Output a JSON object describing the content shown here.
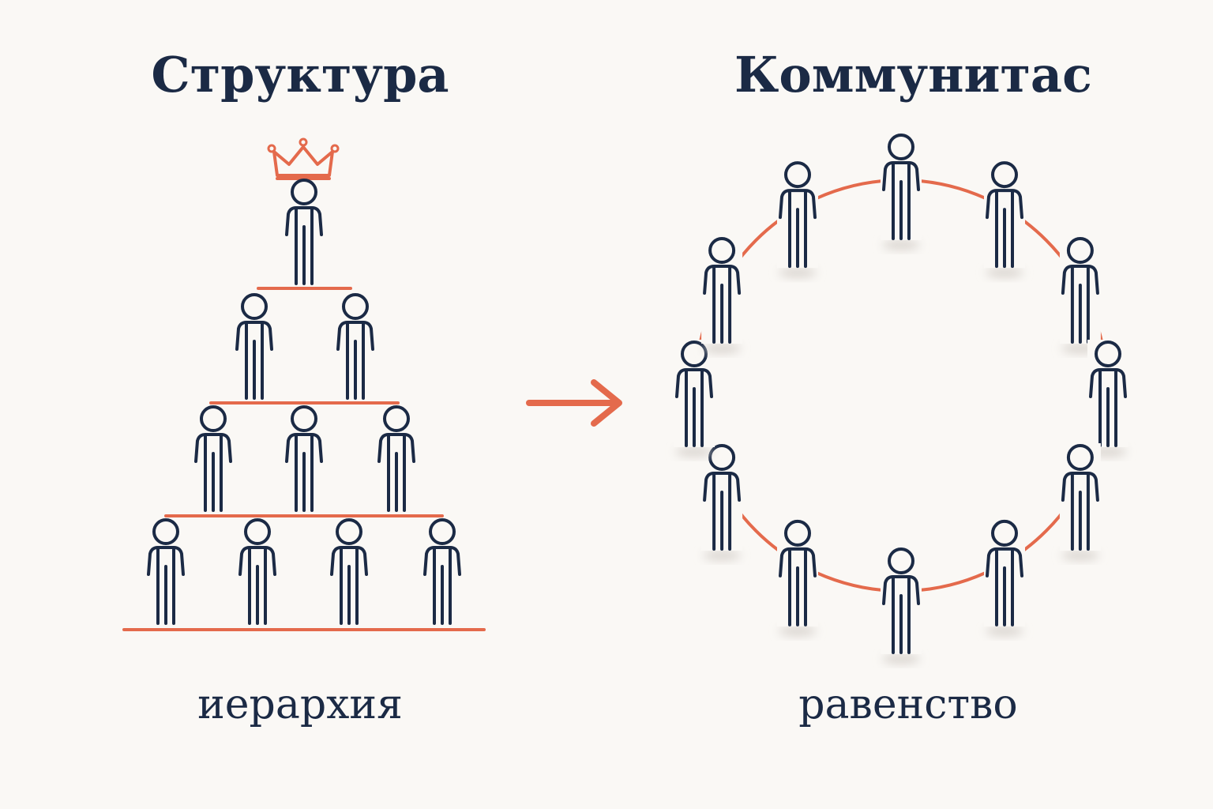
{
  "left": {
    "title": "Структура",
    "caption": "иерархия",
    "levels": [
      1,
      2,
      3,
      4
    ]
  },
  "right": {
    "title": "Коммунитас",
    "caption": "равенство",
    "circle_people": 12
  },
  "colors": {
    "ink": "#1b2a45",
    "accent": "#e46a4c",
    "background": "#faf8f5"
  },
  "icons": {
    "crown": "crown-icon",
    "person": "person-icon",
    "arrow": "arrow-right-icon"
  }
}
